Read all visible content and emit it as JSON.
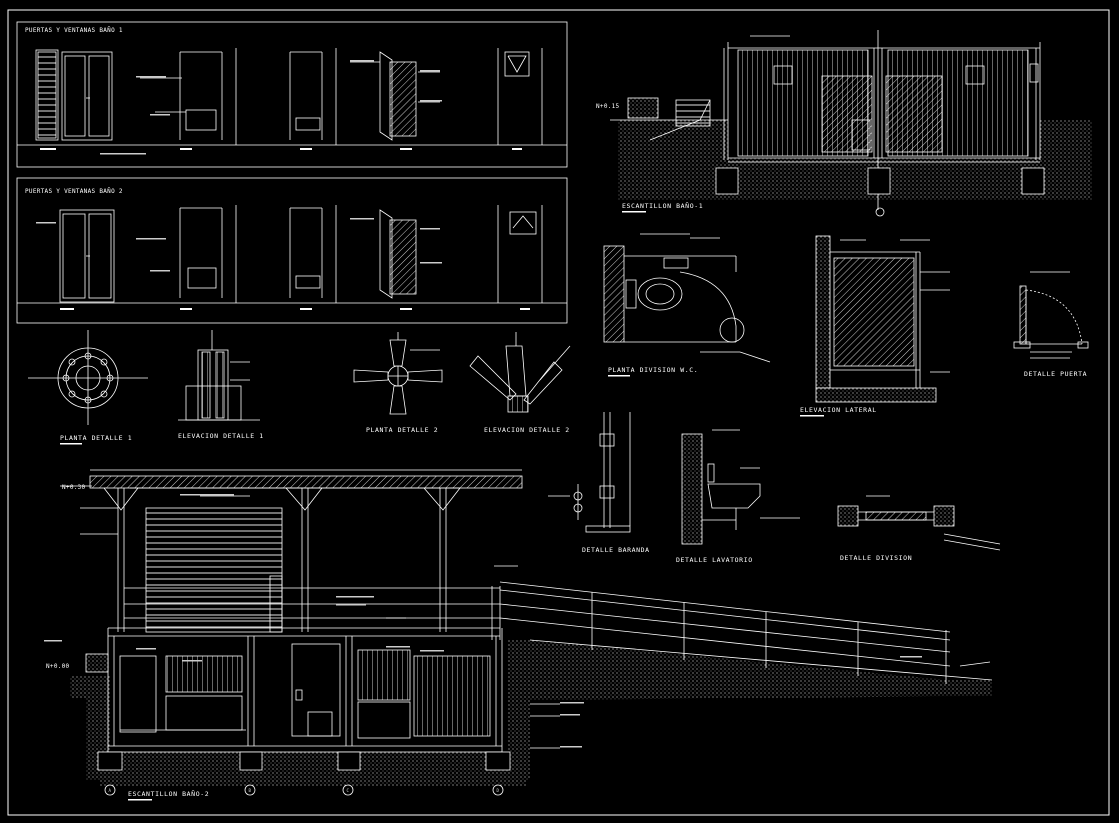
{
  "titles": {
    "doors_windows_1": "PUERTAS Y VENTANAS BAÑO 1",
    "doors_windows_2": "PUERTAS Y VENTANAS BAÑO 2",
    "section_bano_1": "ESCANTILLON BAÑO-1",
    "section_bano_2": "ESCANTILLON BAÑO-2",
    "planta_detalle_1": "PLANTA DETALLE 1",
    "elevacion_detalle_1": "ELEVACION DETALLE 1",
    "planta_detalle_2": "PLANTA DETALLE 2",
    "elevacion_detalle_2": "ELEVACION DETALLE 2",
    "planta_division_wc": "PLANTA DIVISION W.C.",
    "elevacion_lateral": "ELEVACION LATERAL",
    "detalle_puerta": "DETALLE PUERTA",
    "detalle_baranda": "DETALLE BARANDA",
    "detalle_lavatorio": "DETALLE LAVATORIO",
    "detalle_division": "DETALLE DIVISION"
  },
  "levels": {
    "level_a": "N+0.00",
    "level_b": "N+0.15",
    "level_c": "N+0.30"
  },
  "axes": {
    "a": "A",
    "b": "B",
    "c": "C",
    "d": "D"
  }
}
